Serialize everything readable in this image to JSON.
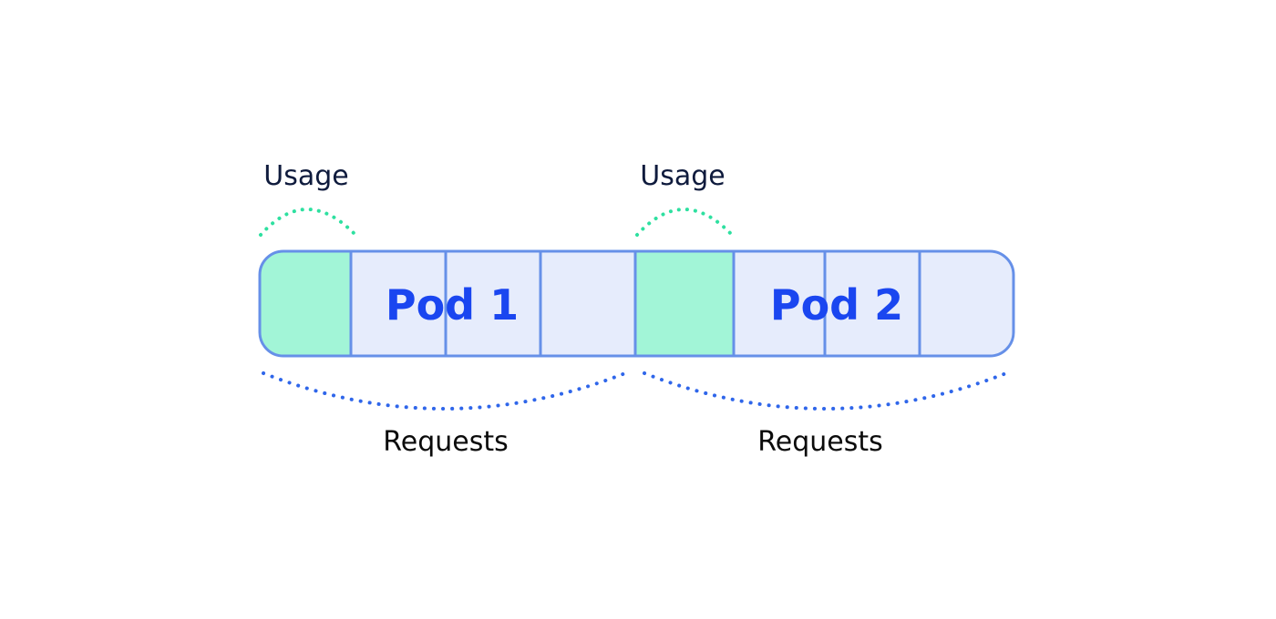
{
  "diagram": {
    "colors": {
      "bar_fill": "#e6ecfc",
      "bar_border": "#6690e8",
      "usage_fill": "#a2f5d7",
      "usage_arc": "#2ee0a0",
      "requests_arc": "#2f66ea",
      "pod_label": "#1a46f0"
    },
    "pods": [
      {
        "label": "Pod 1",
        "usage_label": "Usage",
        "requests_label": "Requests",
        "request_slots": 4,
        "usage_slots": 1
      },
      {
        "label": "Pod 2",
        "usage_label": "Usage",
        "requests_label": "Requests",
        "request_slots": 4,
        "usage_slots": 1
      }
    ]
  }
}
